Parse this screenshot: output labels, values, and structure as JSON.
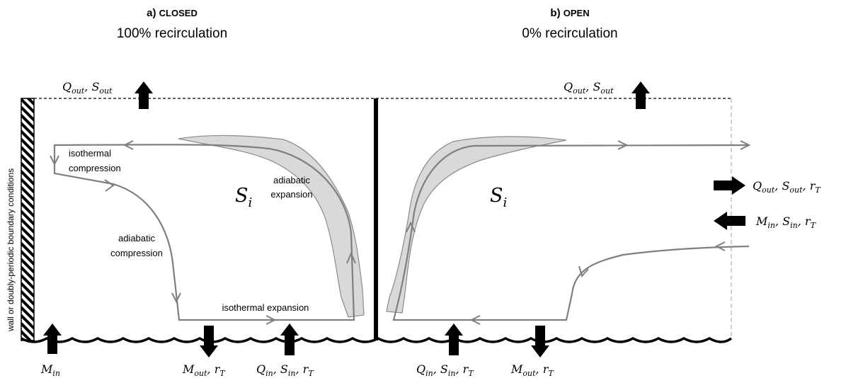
{
  "panel_a": {
    "letter": "a)",
    "mode": "CLOSED",
    "recirculation": "100% recirculation",
    "top_flux": {
      "q": "Q",
      "q_sub": "out",
      "s": "S",
      "s_sub": "out"
    },
    "storage": {
      "sym": "S",
      "sub": "i"
    },
    "labels": {
      "iso_comp_1": "isothermal",
      "iso_comp_2": "compression",
      "adi_comp_1": "adiabatic",
      "adi_comp_2": "compression",
      "adi_exp_1": "adiabatic",
      "adi_exp_2": "expansion",
      "iso_exp": "isothermal expansion"
    },
    "bottom": {
      "m_in": {
        "sym": "M",
        "sub": "in"
      },
      "m_out": {
        "sym": "M",
        "sub": "out",
        "extra": "r",
        "extra_sub": "T"
      },
      "q_in": {
        "q": "Q",
        "q_sub": "in",
        "s": "S",
        "s_sub": "in",
        "r": "r",
        "r_sub": "T"
      }
    },
    "wall_label": "wall or doubly-periodic boundary conditions"
  },
  "panel_b": {
    "letter": "b)",
    "mode": "OPEN",
    "recirculation": "0% recirculation",
    "top_flux": {
      "q": "Q",
      "q_sub": "out",
      "s": "S",
      "s_sub": "out"
    },
    "storage": {
      "sym": "S",
      "sub": "i"
    },
    "right_out": {
      "q": "Q",
      "q_sub": "out",
      "s": "S",
      "s_sub": "out",
      "r": "r",
      "r_sub": "T"
    },
    "right_in": {
      "m": "M",
      "m_sub": "in",
      "s": "S",
      "s_sub": "in",
      "r": "r",
      "r_sub": "T"
    },
    "bottom": {
      "q_in": {
        "q": "Q",
        "q_sub": "in",
        "s": "S",
        "s_sub": "in",
        "r": "r",
        "r_sub": "T"
      },
      "m_out": {
        "sym": "M",
        "sub": "out",
        "extra": "r",
        "extra_sub": "T"
      }
    }
  },
  "colors": {
    "flow_line": "#7f7f7f",
    "plume_fill": "#d9d9d9",
    "arrow": "#000000",
    "dashed_open": "#bfbfbf"
  }
}
